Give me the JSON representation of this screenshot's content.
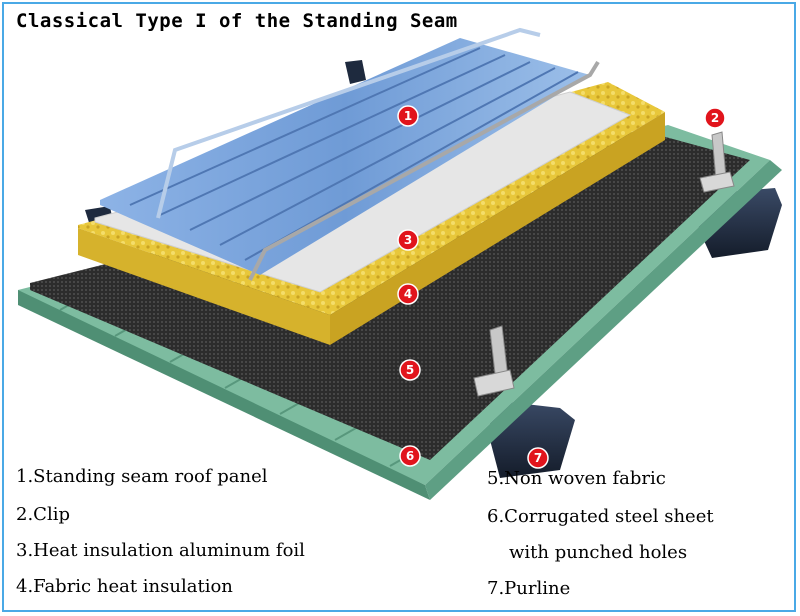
{
  "title": "Classical Type I of the Standing Seam",
  "badges": [
    "1",
    "2",
    "3",
    "4",
    "5",
    "6",
    "7"
  ],
  "legend_left": [
    "1.Standing seam roof panel",
    "2.Clip",
    "3.Heat insulation aluminum foil",
    "4.Fabric heat insulation"
  ],
  "legend_right": [
    "5.Non woven fabric",
    "6.Corrugated steel sheet",
    "with punched holes",
    "7.Purline"
  ],
  "colors": {
    "frame": "#4aa9e6",
    "badge": "#e1141c",
    "panel": "#7aa6dc",
    "foil": "#e8e8e8",
    "insulation": "#e6c53a",
    "fabric": "#3a3a3a",
    "steel_sheet": "#6fae92",
    "purlin": "#1e2a3e"
  }
}
